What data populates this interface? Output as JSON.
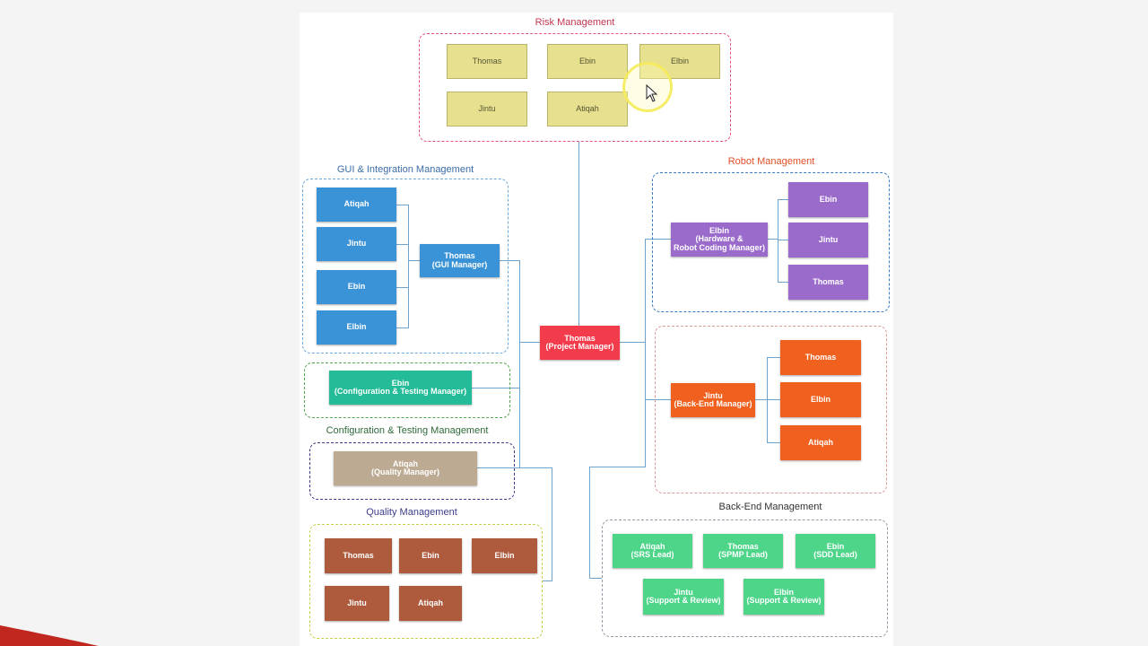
{
  "colors": {
    "risk": "#e7e08f",
    "gui": "#3a93d6",
    "robot": "#9b6bcb",
    "backend": "#f0601f",
    "config": "#23bb98",
    "quality_mgr": "#bcaa93",
    "quality": "#ad5a3d",
    "backend_mgmt": "#4ed58a",
    "pm": "#f23c4b"
  },
  "risk": {
    "title": "Risk Management",
    "members": [
      "Thomas",
      "Ebin",
      "Elbin",
      "Jintu",
      "Atiqah"
    ]
  },
  "gui": {
    "title": "GUI & Integration Management",
    "members": [
      "Atiqah",
      "Jintu",
      "Ebin",
      "Elbin"
    ],
    "manager": "Thomas\n(GUI Manager)"
  },
  "robot": {
    "title": "Robot Management",
    "manager": "Elbin\n(Hardware &\nRobot Coding Manager)",
    "members": [
      "Ebin",
      "Jintu",
      "Thomas"
    ]
  },
  "project_manager": "Thomas\n(Project Manager)",
  "backend": {
    "manager": "Jintu\n(Back-End Manager)",
    "members": [
      "Thomas",
      "Elbin",
      "Atiqah"
    ]
  },
  "config": {
    "title": "Configuration & Testing Management",
    "manager": "Ebin\n(Configuration & Testing Manager)"
  },
  "quality": {
    "title": "Quality Management",
    "manager": "Atiqah\n(Quality Manager)",
    "members": [
      "Thomas",
      "Ebin",
      "Elbin",
      "Jintu",
      "Atiqah"
    ]
  },
  "backend_mgmt": {
    "title": "Back-End Management",
    "leads": [
      "Atiqah\n(SRS Lead)",
      "Thomas\n(SPMP Lead)",
      "Ebin\n(SDD Lead)",
      "Jintu\n(Support & Review)",
      "Elbin\n(Support & Review)"
    ]
  }
}
